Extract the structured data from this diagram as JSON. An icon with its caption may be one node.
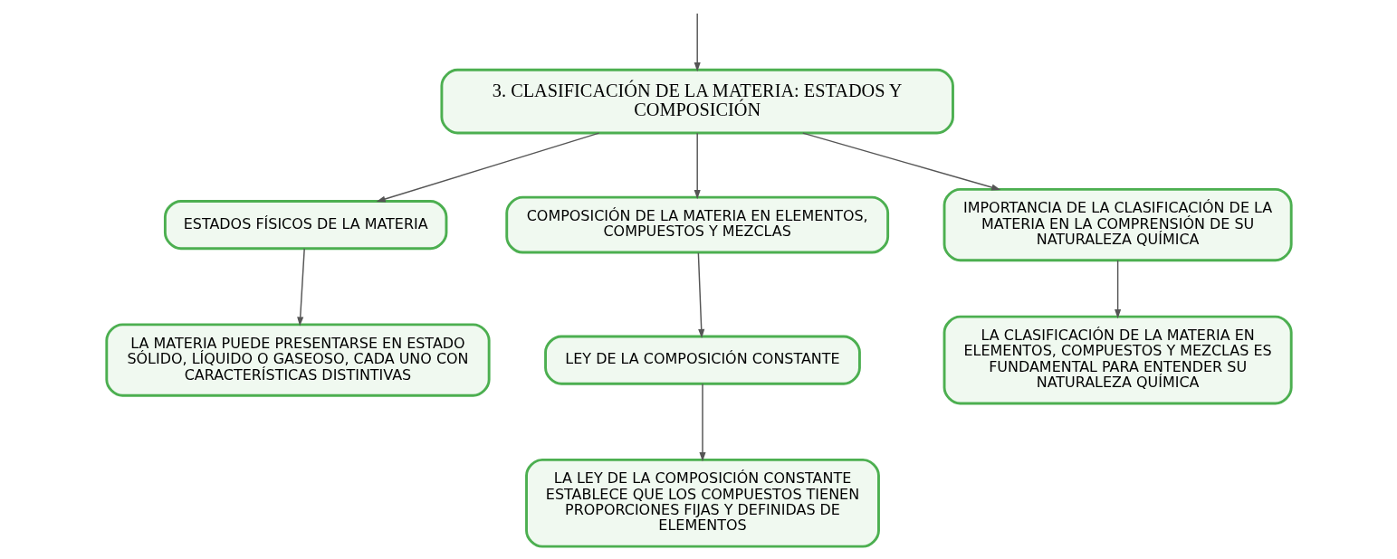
{
  "diagram": {
    "nodes": [
      {
        "text": [
          "3. CLASIFICACIÓN DE LA MATERIA: ESTADOS Y COMPOSICIÓN"
        ]
      },
      {
        "text": [
          "ESTADOS FÍSICOS DE LA MATERIA"
        ]
      },
      {
        "text": [
          "COMPOSICIÓN DE LA MATERIA EN ELEMENTOS, COMPUESTOS Y MEZCLAS"
        ]
      },
      {
        "text": [
          "IMPORTANCIA DE LA CLASIFICACIÓN DE LA MATERIA EN LA COMPRENSIÓN DE SU NATURALEZA QUÍMICA"
        ]
      },
      {
        "text": [
          "LA MATERIA PUEDE PRESENTARSE EN ESTADO SÓLIDO, LÍQUIDO O GASEOSO, CADA UNO CON CARACTERÍSTICAS DISTINTIVAS"
        ]
      },
      {
        "text": [
          "LEY DE LA COMPOSICIÓN CONSTANTE"
        ]
      },
      {
        "text": [
          "LA LEY DE LA COMPOSICIÓN CONSTANTE ESTABLECE QUE LOS COMPUESTOS TIENEN PROPORCIONES FIJAS Y DEFINIDAS DE ELEMENTOS"
        ]
      },
      {
        "text": [
          "LA CLASIFICACIÓN DE LA MATERIA EN ELEMENTOS, COMPUESTOS Y MEZCLAS ES FUNDAMENTAL PARA ENTENDER SU NATURALEZA QUÍMICA"
        ]
      }
    ],
    "edges": [
      {
        "from": null,
        "to": 0,
        "arrow": "to"
      },
      {
        "from": 0,
        "to": 1,
        "arrow": "to"
      },
      {
        "from": 0,
        "to": 2,
        "arrow": "to"
      },
      {
        "from": 0,
        "to": 3,
        "arrow": "to"
      },
      {
        "from": 1,
        "to": 4,
        "arrow": "to"
      },
      {
        "from": 2,
        "to": 5,
        "arrow": "to"
      },
      {
        "from": 5,
        "to": 6,
        "arrow": "to"
      },
      {
        "from": 3,
        "to": 7,
        "arrow": "to"
      }
    ]
  }
}
